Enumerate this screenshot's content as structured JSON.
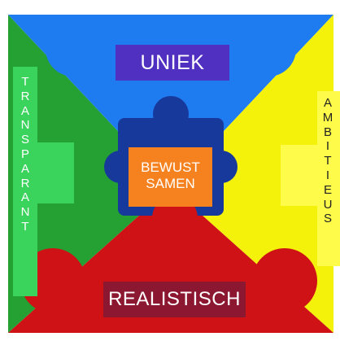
{
  "colors": {
    "top_piece": "#1F7CF0",
    "left_piece": "#25A033",
    "right_piece": "#F4F10B",
    "bottom_piece": "#CE1216",
    "center_piece": "#17399C",
    "top_box": "#5030C0",
    "center_box": "#F5821F",
    "bottom_box": "#8C1730",
    "left_strip": "#3AD35C",
    "right_strip": "#FFFB4A"
  },
  "labels": {
    "top": "UNIEK",
    "center_line1": "BEWUST",
    "center_line2": "SAMEN",
    "bottom": "REALISTISCH",
    "left_vertical": [
      "T",
      "R",
      "A",
      "N",
      "S",
      "P",
      "A",
      "R",
      "A",
      "N",
      "T"
    ],
    "right_vertical": [
      "A",
      "M",
      "B",
      "I",
      "T",
      "I",
      "E",
      "U",
      "S"
    ]
  }
}
